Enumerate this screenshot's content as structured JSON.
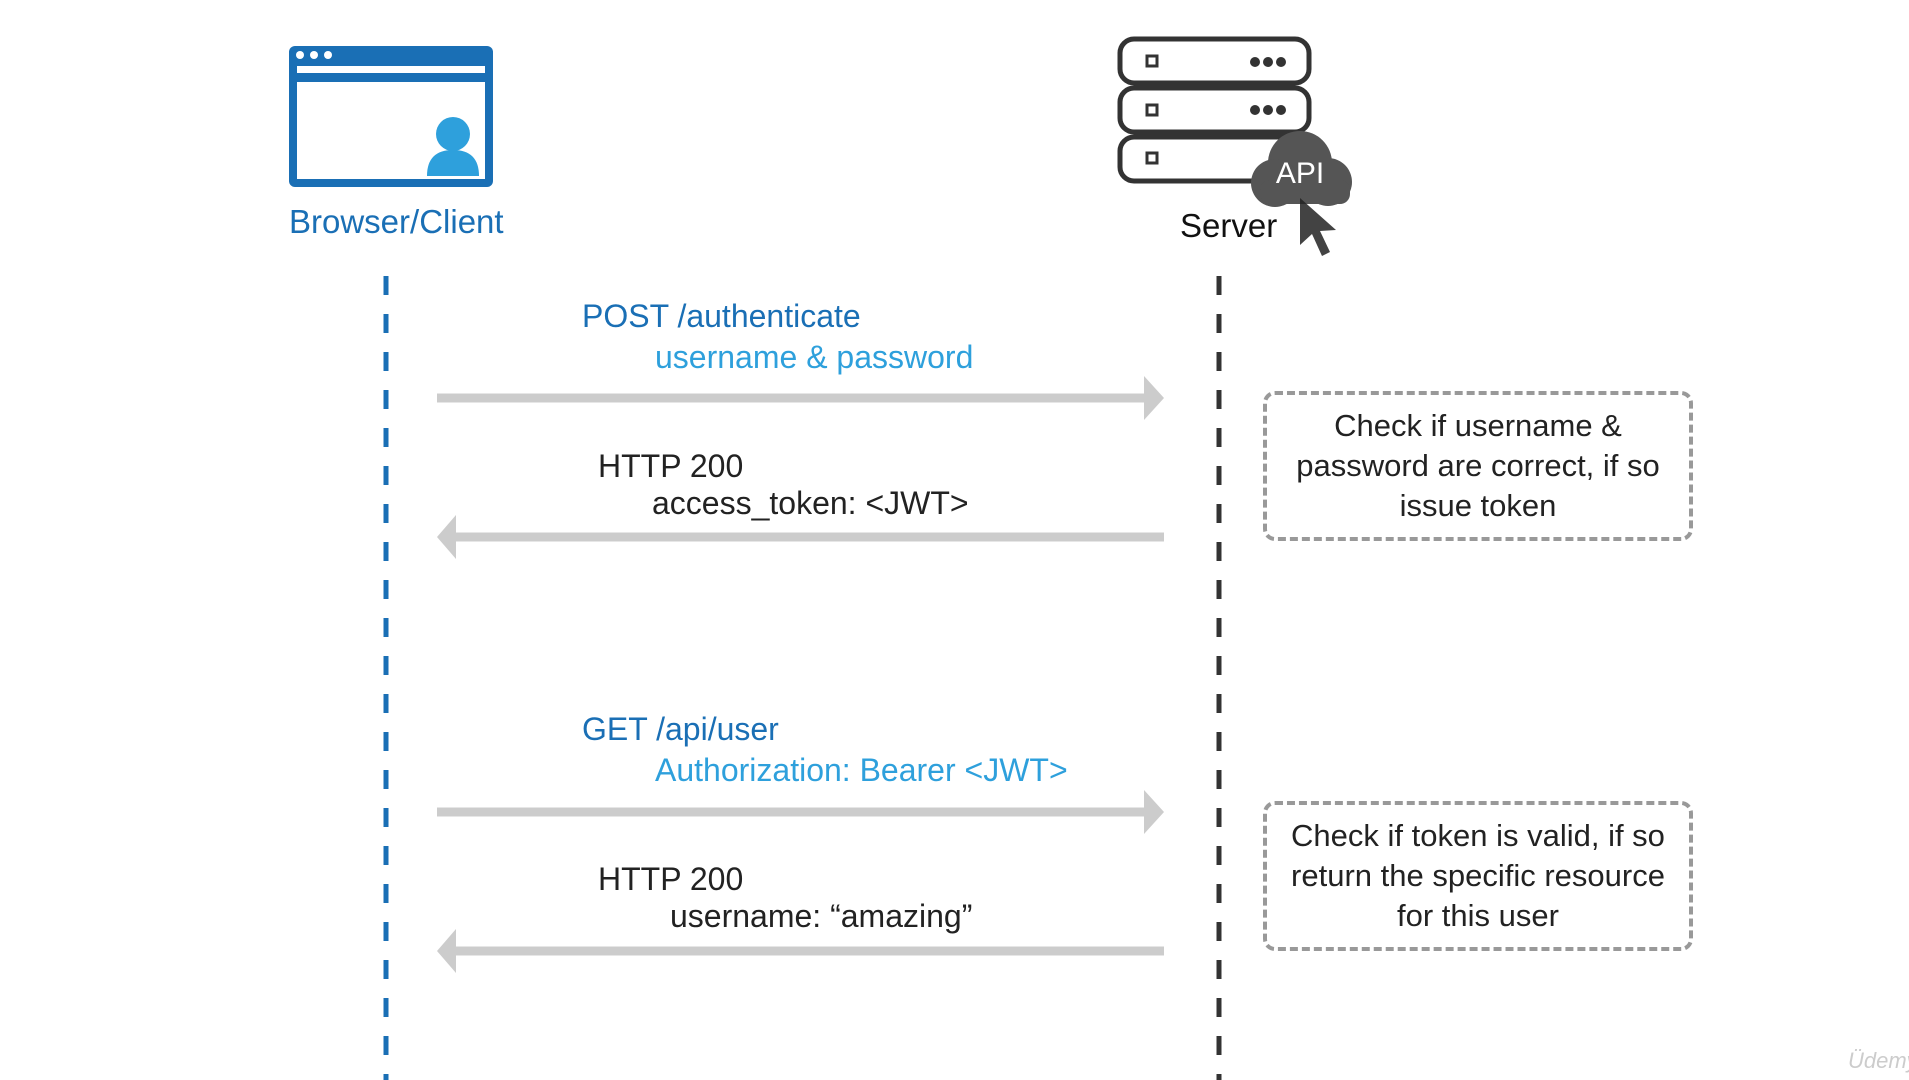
{
  "participants": {
    "client": {
      "label": "Browser/Client",
      "icon": "browser-user-icon"
    },
    "server": {
      "label": "Server",
      "icon": "server-rack-icon",
      "badge": "API"
    }
  },
  "messages": [
    {
      "title": "POST /authenticate",
      "detail": "username & password",
      "direction": "client-to-server"
    },
    {
      "title": "HTTP 200",
      "detail": "access_token: <JWT>",
      "direction": "server-to-client"
    },
    {
      "title": "GET /api/user",
      "detail": "Authorization: Bearer <JWT>",
      "direction": "client-to-server"
    },
    {
      "title": "HTTP 200",
      "detail": "username: “amazing”",
      "direction": "server-to-client"
    }
  ],
  "notes": [
    {
      "text": "Check if username & password are correct, if so issue token"
    },
    {
      "text": "Check if token is valid, if so return the specific resource for this user"
    }
  ],
  "watermark": "Üdemy",
  "colors": {
    "client_blue": "#1a6fb5",
    "detail_blue": "#2ea0dc",
    "arrow_gray": "#cccccc",
    "server_dark": "#333333",
    "note_border": "#999999"
  }
}
